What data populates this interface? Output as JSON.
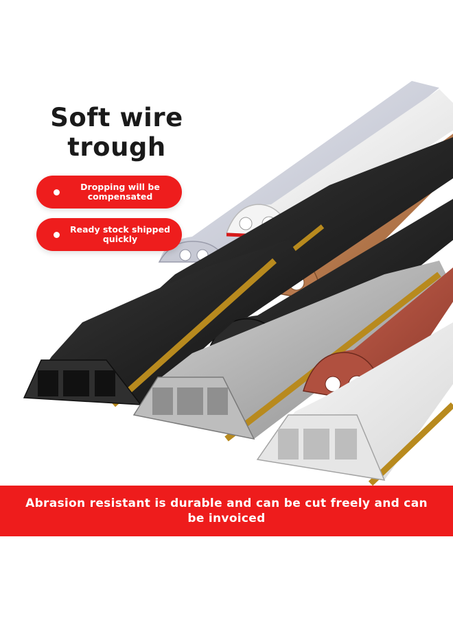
{
  "headline": "Soft wire trough",
  "badges": [
    {
      "text": "Dropping will be compensated"
    },
    {
      "text": "Ready stock shipped quickly"
    }
  ],
  "banner": {
    "text": "Abrasion resistant is durable and can be cut freely and can be invoiced"
  },
  "colors": {
    "accent_red": "#ee1c1c",
    "trough_white": "#f2f2f2",
    "trough_light_gray": "#c9cbd6",
    "trough_tan": "#b97a4e",
    "trough_black": "#1e1e1e",
    "trough_gray": "#a8a8a8",
    "trough_brick": "#b0503f",
    "adhesive_strip": "#b88a1e"
  }
}
